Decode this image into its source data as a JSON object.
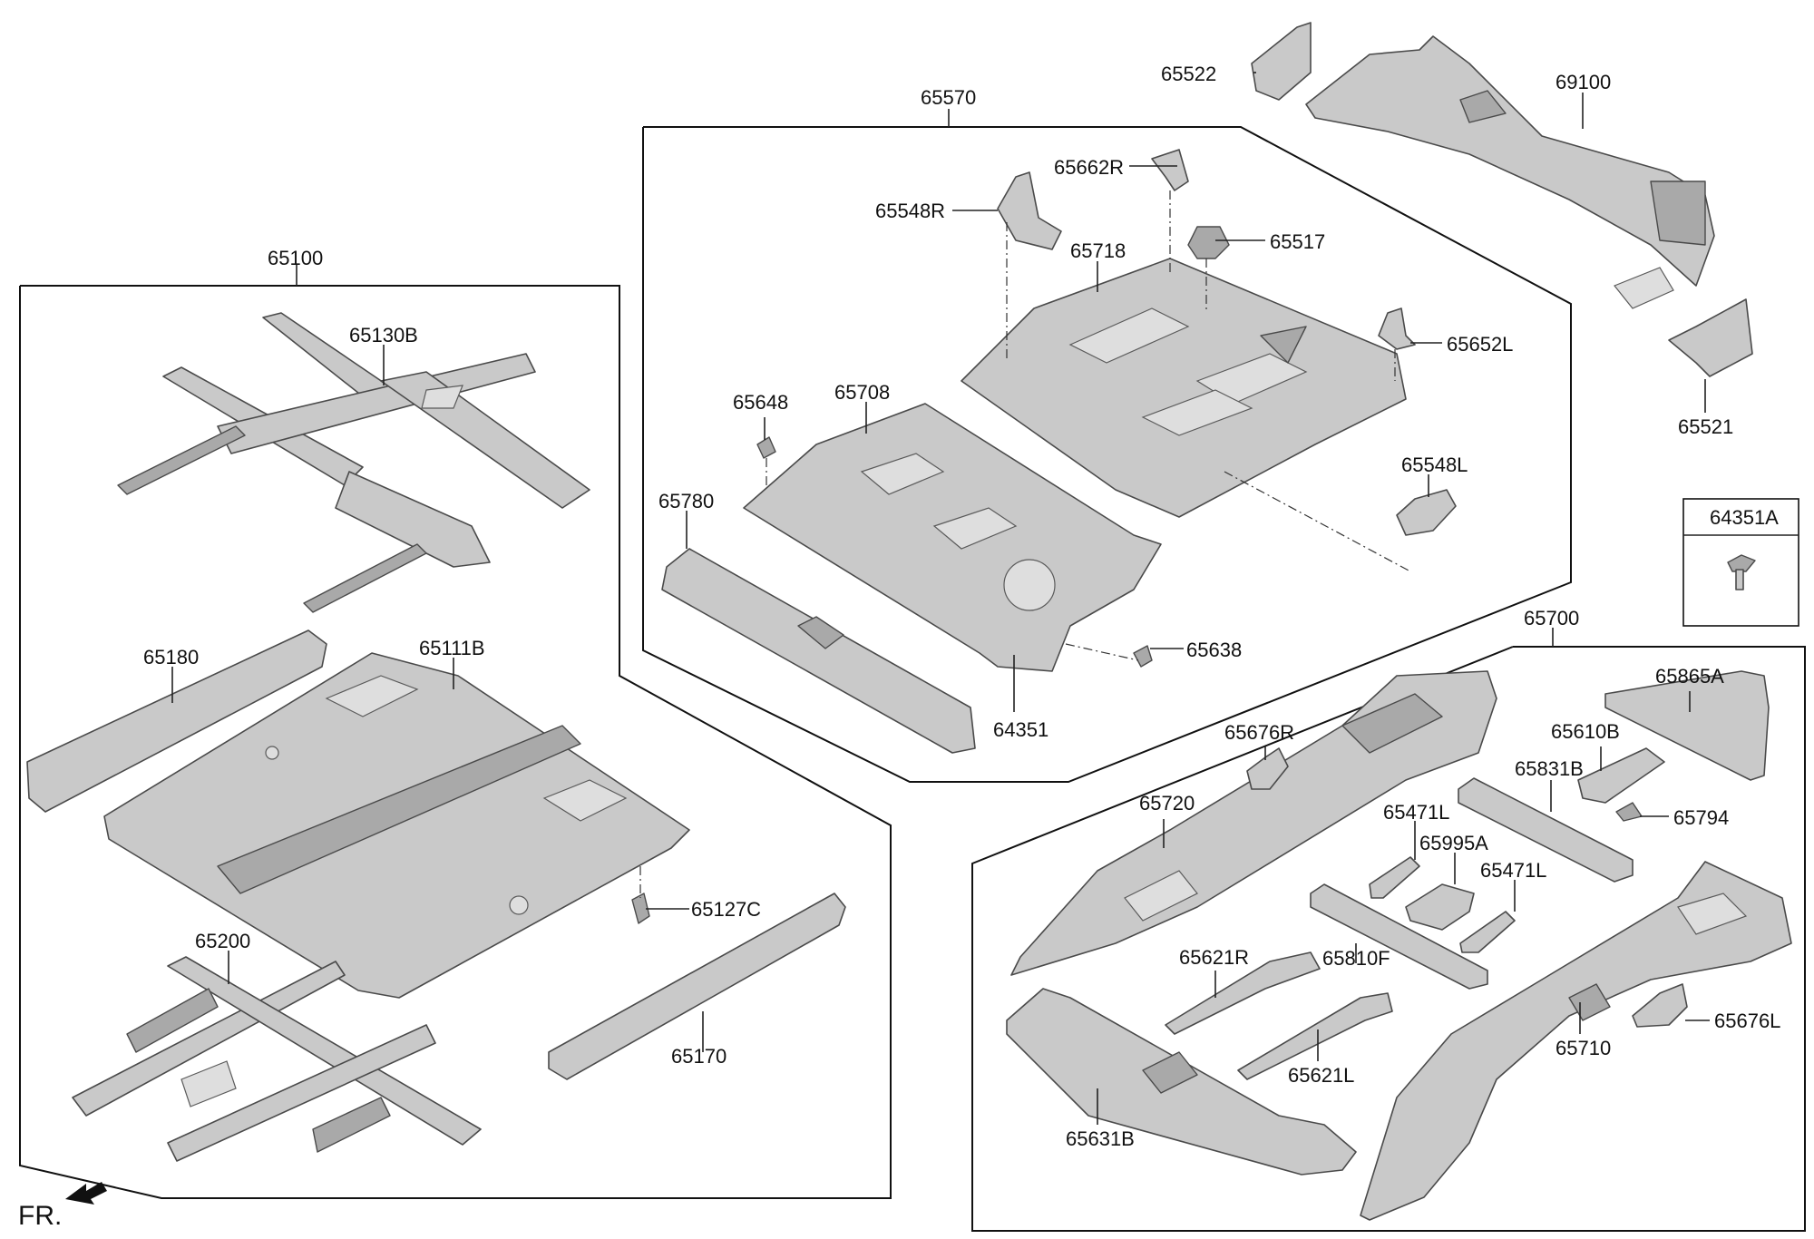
{
  "labels": {
    "g65100": "65100",
    "p65130B": "65130B",
    "p65180": "65180",
    "p65111B": "65111B",
    "p65127C": "65127C",
    "p65200": "65200",
    "p65170": "65170",
    "g65570": "65570",
    "p65662R": "65662R",
    "p65548R": "65548R",
    "p65517": "65517",
    "p65718": "65718",
    "p65652L": "65652L",
    "p65648": "65648",
    "p65708": "65708",
    "p65780": "65780",
    "p65548L": "65548L",
    "p65638": "65638",
    "p64351": "64351",
    "p65522": "65522",
    "p69100": "69100",
    "p65521": "65521",
    "box64351A": "64351A",
    "g65700": "65700",
    "p65676R": "65676R",
    "p65865A": "65865A",
    "p65610B": "65610B",
    "p65831B": "65831B",
    "p65720": "65720",
    "p65471L_a": "65471L",
    "p65995A": "65995A",
    "p65794": "65794",
    "p65471L_b": "65471L",
    "p65621R": "65621R",
    "p65810F": "65810F",
    "p65710": "65710",
    "p65676L": "65676L",
    "p65621L": "65621L",
    "p65631B": "65631B",
    "fr": "FR."
  }
}
